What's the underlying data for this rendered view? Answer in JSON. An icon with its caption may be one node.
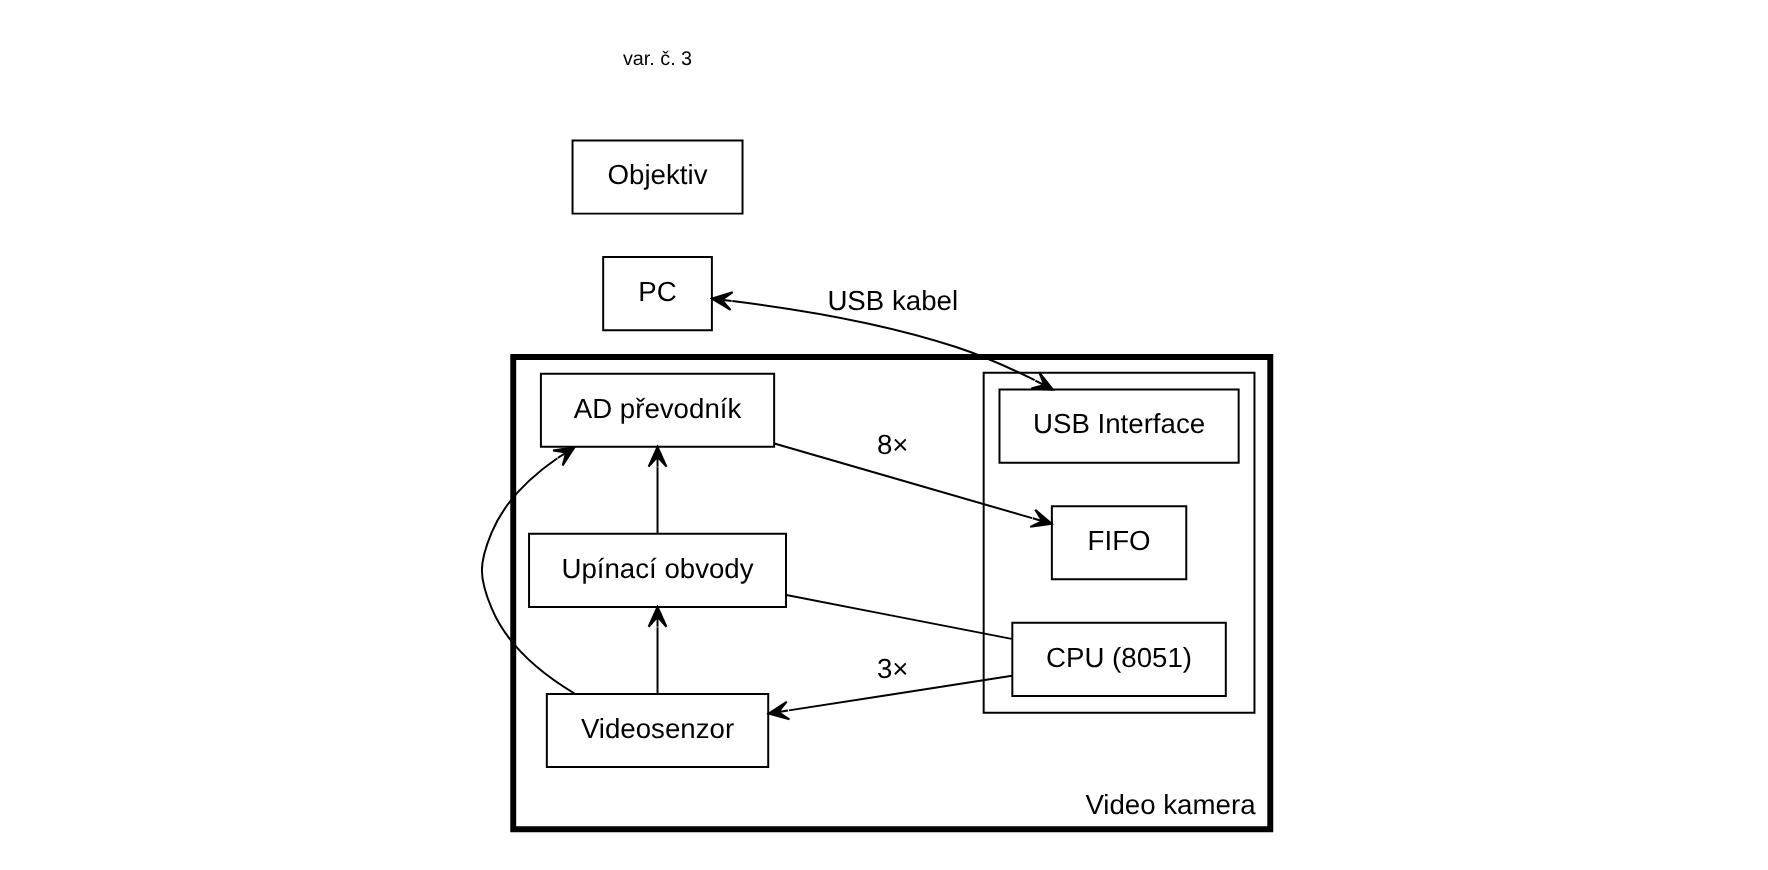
{
  "diagram": {
    "nodes": [
      {
        "text": [
          "PC"
        ]
      },
      {
        "text": [
          "Video kamera"
        ]
      },
      {
        "text": [
          "Objektiv"
        ]
      },
      {
        "text": [
          "Videosenzor"
        ],
        "in": 1
      },
      {
        "text": [
          "AD převodník"
        ],
        "in": 1
      },
      {
        "text": [],
        "shape": "box",
        "in": 1
      },
      {
        "text": [
          "USB Interface"
        ],
        "in": 5
      },
      {
        "text": [
          "FIFO"
        ],
        "in": 5
      },
      {
        "text": [
          "CPU (8051)"
        ],
        "in": 5
      },
      {
        "text": [
          "Upínací obvody"
        ],
        "in": 1
      }
    ],
    "edges": [
      {
        "from": 0,
        "to": 6,
        "arrow": "both",
        "label": "USB kabel"
      },
      {
        "from": 3,
        "to": 4,
        "arrow": "to"
      },
      {
        "from": 4,
        "to": 7,
        "arrow": "to",
        "label": "8×"
      },
      {
        "from": 9,
        "to": 4,
        "arrow": "to"
      },
      {
        "from": 3,
        "to": 9,
        "arrow": "to"
      },
      {
        "from": 9,
        "to": 8,
        "arrow": "none"
      },
      {
        "from": 8,
        "to": 3,
        "arrow": "to",
        "label": "3×"
      }
    ],
    "labels": [
      "var. č. 3"
    ]
  }
}
